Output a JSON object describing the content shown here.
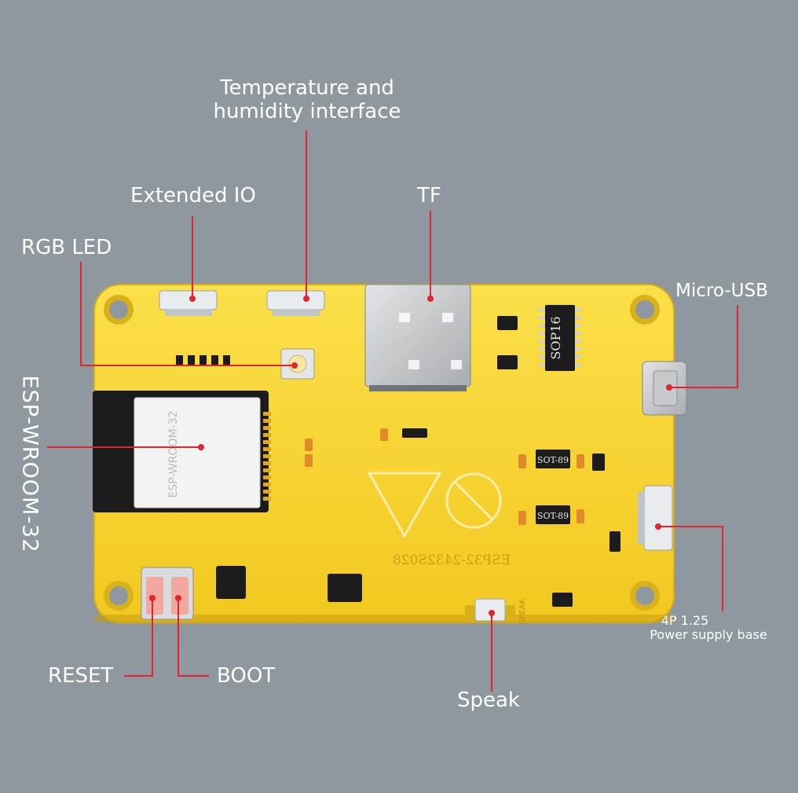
{
  "board": {
    "module_label": "ESP-WROOM-32",
    "board_silkscreen": "ESP32-2432S028",
    "chip_sop16": "SOP16",
    "chip_sot89_a": "SOT-89",
    "chip_sot89_b": "SOT-89",
    "speaker_silk": "SPEAK"
  },
  "labels": {
    "temp_humidity_line1": "Temperature and",
    "temp_humidity_line2": "humidity interface",
    "extended_io": "Extended IO",
    "tf": "TF",
    "rgb_led": "RGB LED",
    "micro_usb": "Micro-USB",
    "esp_wroom": "ESP-WROOM-32",
    "power_line1": "4P 1.25",
    "power_line2": "Power supply base",
    "reset": "RESET",
    "boot": "BOOT",
    "speak": "Speak"
  },
  "colors": {
    "background": "#8f989f",
    "pcb": "#f6d32e",
    "leader": "#e0262d",
    "text": "#ffffff"
  }
}
